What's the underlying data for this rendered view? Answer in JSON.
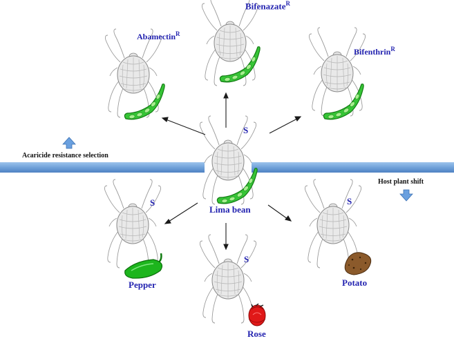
{
  "center": {
    "label": "Lima bean",
    "status": "S"
  },
  "resistance_branches": [
    {
      "compound": "Abamectin",
      "superscript": "R"
    },
    {
      "compound": "Bifenazate",
      "superscript": "R"
    },
    {
      "compound": "Bifenthrin",
      "superscript": "R"
    }
  ],
  "host_branches": [
    {
      "host": "Pepper",
      "status": "S"
    },
    {
      "host": "Rose",
      "status": "S"
    },
    {
      "host": "Potato",
      "status": "S"
    }
  ],
  "annotations": {
    "resistance_selection": "Acaricide resistance selection",
    "host_shift": "Host plant shift"
  },
  "colors": {
    "label_text": "#2323b0",
    "band": "#6d9fd8",
    "arrow_up_down": "#6aa0df",
    "bean_pod": "#36c536",
    "pepper": "#1db51d",
    "rose": "#e01818",
    "potato": "#8b5a2b",
    "mite_outline": "#9a9a9a"
  },
  "icons": [
    "mite-icon",
    "bean-pod-icon",
    "pepper-icon",
    "rose-icon",
    "potato-icon",
    "up-arrow-icon",
    "down-arrow-icon"
  ]
}
